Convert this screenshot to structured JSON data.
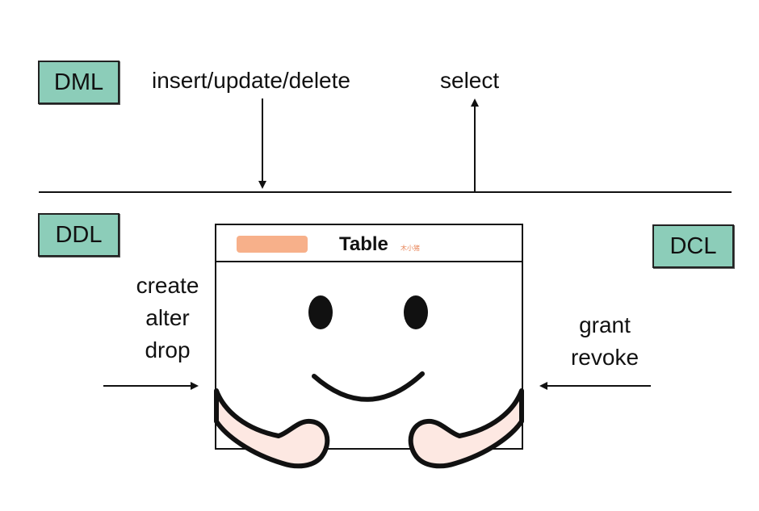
{
  "layers": {
    "dml": {
      "tag": "DML",
      "write_ops": "insert/update/delete",
      "read_ops": "select"
    },
    "ddl": {
      "tag": "DDL",
      "ops": [
        "create",
        "alter",
        "drop"
      ]
    },
    "dcl": {
      "tag": "DCL",
      "ops": [
        "grant",
        "revoke"
      ]
    }
  },
  "table": {
    "title": "Table",
    "watermark": "木小猪"
  },
  "colors": {
    "tag_fill": "#8ccdb9",
    "title_bar_pill": "#f7b08a",
    "arms": "#fde8e2"
  }
}
